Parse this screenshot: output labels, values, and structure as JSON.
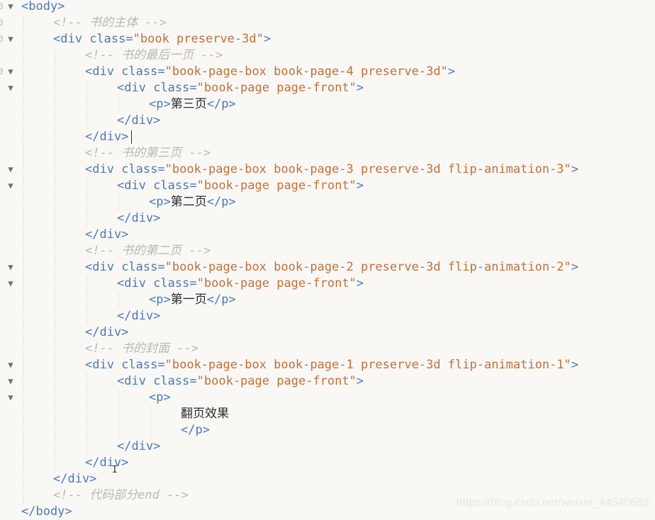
{
  "editor": {
    "fold_glyph": "▼",
    "lines": [
      {
        "g": "0",
        "f": true,
        "ind": 0,
        "tok": [
          {
            "c": "tag",
            "t": "<body>"
          }
        ]
      },
      {
        "g": "0",
        "f": false,
        "ind": 1,
        "tok": [
          {
            "c": "cmt",
            "t": "<!-- 书的主体 -->"
          }
        ]
      },
      {
        "g": "0",
        "f": true,
        "ind": 1,
        "tok": [
          {
            "c": "tag",
            "t": "<div "
          },
          {
            "c": "attr",
            "t": "class"
          },
          {
            "c": "eq",
            "t": "="
          },
          {
            "c": "val",
            "t": "\"book preserve-3d\""
          },
          {
            "c": "tag",
            "t": ">"
          }
        ]
      },
      {
        "g": "",
        "f": false,
        "ind": 2,
        "tok": [
          {
            "c": "cmt",
            "t": "<!-- 书的最后一页 -->"
          }
        ]
      },
      {
        "g": "0",
        "f": true,
        "ind": 2,
        "tok": [
          {
            "c": "tag",
            "t": "<div "
          },
          {
            "c": "attr",
            "t": "class"
          },
          {
            "c": "eq",
            "t": "="
          },
          {
            "c": "val",
            "t": "\"book-page-box book-page-4 preserve-3d\""
          },
          {
            "c": "tag",
            "t": ">"
          }
        ]
      },
      {
        "g": "",
        "f": true,
        "ind": 3,
        "tok": [
          {
            "c": "tag",
            "t": "<div "
          },
          {
            "c": "attr",
            "t": "class"
          },
          {
            "c": "eq",
            "t": "="
          },
          {
            "c": "val",
            "t": "\"book-page page-front\""
          },
          {
            "c": "tag",
            "t": ">"
          }
        ]
      },
      {
        "g": "",
        "f": false,
        "ind": 4,
        "tok": [
          {
            "c": "tag",
            "t": "<p>"
          },
          {
            "c": "txt",
            "t": "第三页"
          },
          {
            "c": "tag",
            "t": "</p>"
          }
        ]
      },
      {
        "g": "",
        "f": false,
        "ind": 3,
        "tok": [
          {
            "c": "tag",
            "t": "</div>"
          }
        ]
      },
      {
        "g": "",
        "f": false,
        "ind": 2,
        "tok": [
          {
            "c": "tag",
            "t": "</div>"
          }
        ]
      },
      {
        "g": "",
        "f": false,
        "ind": 2,
        "tok": [
          {
            "c": "cmt",
            "t": "<!-- 书的第三页 -->"
          }
        ]
      },
      {
        "g": "",
        "f": true,
        "ind": 2,
        "tok": [
          {
            "c": "tag",
            "t": "<div "
          },
          {
            "c": "attr",
            "t": "class"
          },
          {
            "c": "eq",
            "t": "="
          },
          {
            "c": "val",
            "t": "\"book-page-box book-page-3 preserve-3d flip-animation-3\""
          },
          {
            "c": "tag",
            "t": ">"
          }
        ]
      },
      {
        "g": "",
        "f": true,
        "ind": 3,
        "tok": [
          {
            "c": "tag",
            "t": "<div "
          },
          {
            "c": "attr",
            "t": "class"
          },
          {
            "c": "eq",
            "t": "="
          },
          {
            "c": "val",
            "t": "\"book-page page-front\""
          },
          {
            "c": "tag",
            "t": ">"
          }
        ]
      },
      {
        "g": "",
        "f": false,
        "ind": 4,
        "tok": [
          {
            "c": "tag",
            "t": "<p>"
          },
          {
            "c": "txt",
            "t": "第二页"
          },
          {
            "c": "tag",
            "t": "</p>"
          }
        ]
      },
      {
        "g": "",
        "f": false,
        "ind": 3,
        "tok": [
          {
            "c": "tag",
            "t": "</div>"
          }
        ]
      },
      {
        "g": "",
        "f": false,
        "ind": 2,
        "tok": [
          {
            "c": "tag",
            "t": "</div>"
          }
        ]
      },
      {
        "g": "",
        "f": false,
        "ind": 2,
        "tok": [
          {
            "c": "cmt",
            "t": "<!-- 书的第二页 -->"
          }
        ]
      },
      {
        "g": "",
        "f": true,
        "ind": 2,
        "tok": [
          {
            "c": "tag",
            "t": "<div "
          },
          {
            "c": "attr",
            "t": "class"
          },
          {
            "c": "eq",
            "t": "="
          },
          {
            "c": "val",
            "t": "\"book-page-box book-page-2 preserve-3d flip-animation-2\""
          },
          {
            "c": "tag",
            "t": ">"
          }
        ]
      },
      {
        "g": "",
        "f": true,
        "ind": 3,
        "tok": [
          {
            "c": "tag",
            "t": "<div "
          },
          {
            "c": "attr",
            "t": "class"
          },
          {
            "c": "eq",
            "t": "="
          },
          {
            "c": "val",
            "t": "\"book-page page-front\""
          },
          {
            "c": "tag",
            "t": ">"
          }
        ]
      },
      {
        "g": "",
        "f": false,
        "ind": 4,
        "tok": [
          {
            "c": "tag",
            "t": "<p>"
          },
          {
            "c": "txt",
            "t": "第一页"
          },
          {
            "c": "tag",
            "t": "</p>"
          }
        ]
      },
      {
        "g": "",
        "f": false,
        "ind": 3,
        "tok": [
          {
            "c": "tag",
            "t": "</div>"
          }
        ]
      },
      {
        "g": "",
        "f": false,
        "ind": 2,
        "tok": [
          {
            "c": "tag",
            "t": "</div>"
          }
        ]
      },
      {
        "g": "",
        "f": false,
        "ind": 2,
        "tok": [
          {
            "c": "cmt",
            "t": "<!-- 书的封面 -->"
          }
        ]
      },
      {
        "g": "",
        "f": true,
        "ind": 2,
        "tok": [
          {
            "c": "tag",
            "t": "<div "
          },
          {
            "c": "attr",
            "t": "class"
          },
          {
            "c": "eq",
            "t": "="
          },
          {
            "c": "val",
            "t": "\"book-page-box book-page-1 preserve-3d flip-animation-1\""
          },
          {
            "c": "tag",
            "t": ">"
          }
        ]
      },
      {
        "g": "",
        "f": true,
        "ind": 3,
        "tok": [
          {
            "c": "tag",
            "t": "<div "
          },
          {
            "c": "attr",
            "t": "class"
          },
          {
            "c": "eq",
            "t": "="
          },
          {
            "c": "val",
            "t": "\"book-page page-front\""
          },
          {
            "c": "tag",
            "t": ">"
          }
        ]
      },
      {
        "g": "",
        "f": true,
        "ind": 4,
        "tok": [
          {
            "c": "tag",
            "t": "<p>"
          }
        ]
      },
      {
        "g": "",
        "f": false,
        "ind": 5,
        "tok": [
          {
            "c": "txt",
            "t": "翻页效果"
          }
        ]
      },
      {
        "g": "",
        "f": false,
        "ind": 5,
        "tok": [
          {
            "c": "tag",
            "t": "</p>"
          }
        ]
      },
      {
        "g": "",
        "f": false,
        "ind": 3,
        "tok": [
          {
            "c": "tag",
            "t": "</div>"
          }
        ]
      },
      {
        "g": "",
        "f": false,
        "ind": 2,
        "tok": [
          {
            "c": "tag",
            "t": "</div>"
          }
        ]
      },
      {
        "g": "",
        "f": false,
        "ind": 1,
        "tok": [
          {
            "c": "tag",
            "t": "</div>"
          }
        ]
      },
      {
        "g": "",
        "f": false,
        "ind": 1,
        "tok": [
          {
            "c": "cmt",
            "t": "<!-- 代码部分end -->"
          }
        ]
      },
      {
        "g": "",
        "f": false,
        "ind": 0,
        "tok": [
          {
            "c": "tag",
            "t": "</body>"
          }
        ]
      }
    ]
  },
  "watermark": "https://blog.csdn.net/weixin_44540683"
}
